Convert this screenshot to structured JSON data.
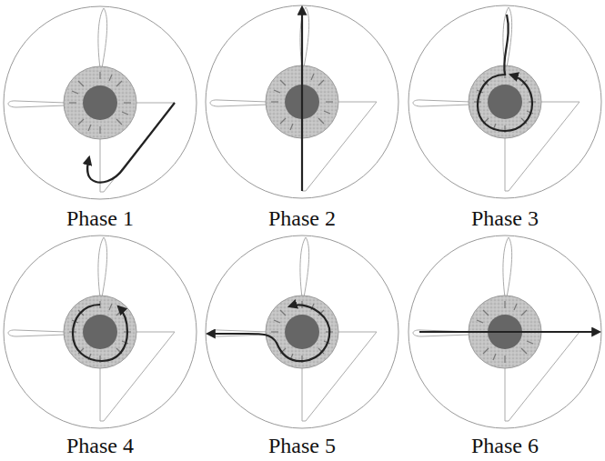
{
  "diagram": {
    "labels": [
      "Phase 1",
      "Phase 2",
      "Phase 3",
      "Phase 4",
      "Phase 5",
      "Phase 6"
    ]
  }
}
